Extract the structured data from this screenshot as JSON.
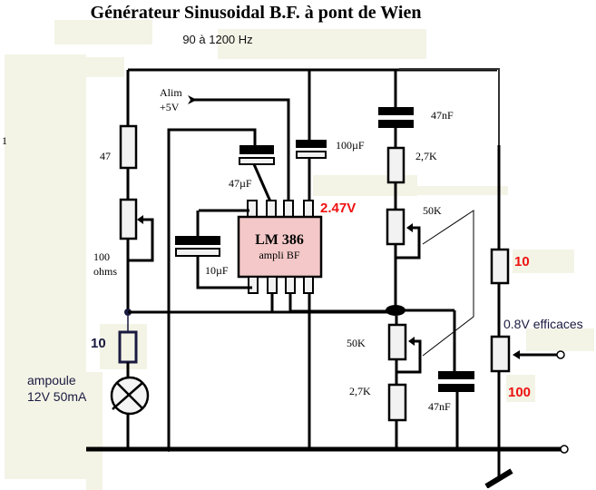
{
  "title": "Générateur Sinusoidal B.F. à pont de Wien",
  "subtitle": "90 à 1200 Hz",
  "margin_mark": "1",
  "supply": {
    "line1": "Alim",
    "line2": "+5V"
  },
  "chip": {
    "name": "LM 386",
    "desc": "ampli BF",
    "pin_voltage": "2.47V"
  },
  "components": {
    "r_top_left": "47",
    "pot_left_line1": "100",
    "pot_left_line2": "ohms",
    "r_lamp": "10",
    "lamp_line1": "ampoule",
    "lamp_line2": "12V 50mA",
    "c_bootstrap": "47µF",
    "c_supply": "100µF",
    "c_bypass": "10µF",
    "c_series": "47nF",
    "r_series": "2,7K",
    "pot_series": "50K",
    "pot_parallel": "50K",
    "r_parallel": "2,7K",
    "c_parallel": "47nF",
    "r_out_top": "10",
    "r_out_bottom": "100",
    "out_level": "0.8V efficaces"
  },
  "colors": {
    "accent_red": "#ee1111",
    "label_navy": "#1a1a40",
    "chip_fill": "#f4c8c8",
    "highlight": "#f3f4e6"
  }
}
